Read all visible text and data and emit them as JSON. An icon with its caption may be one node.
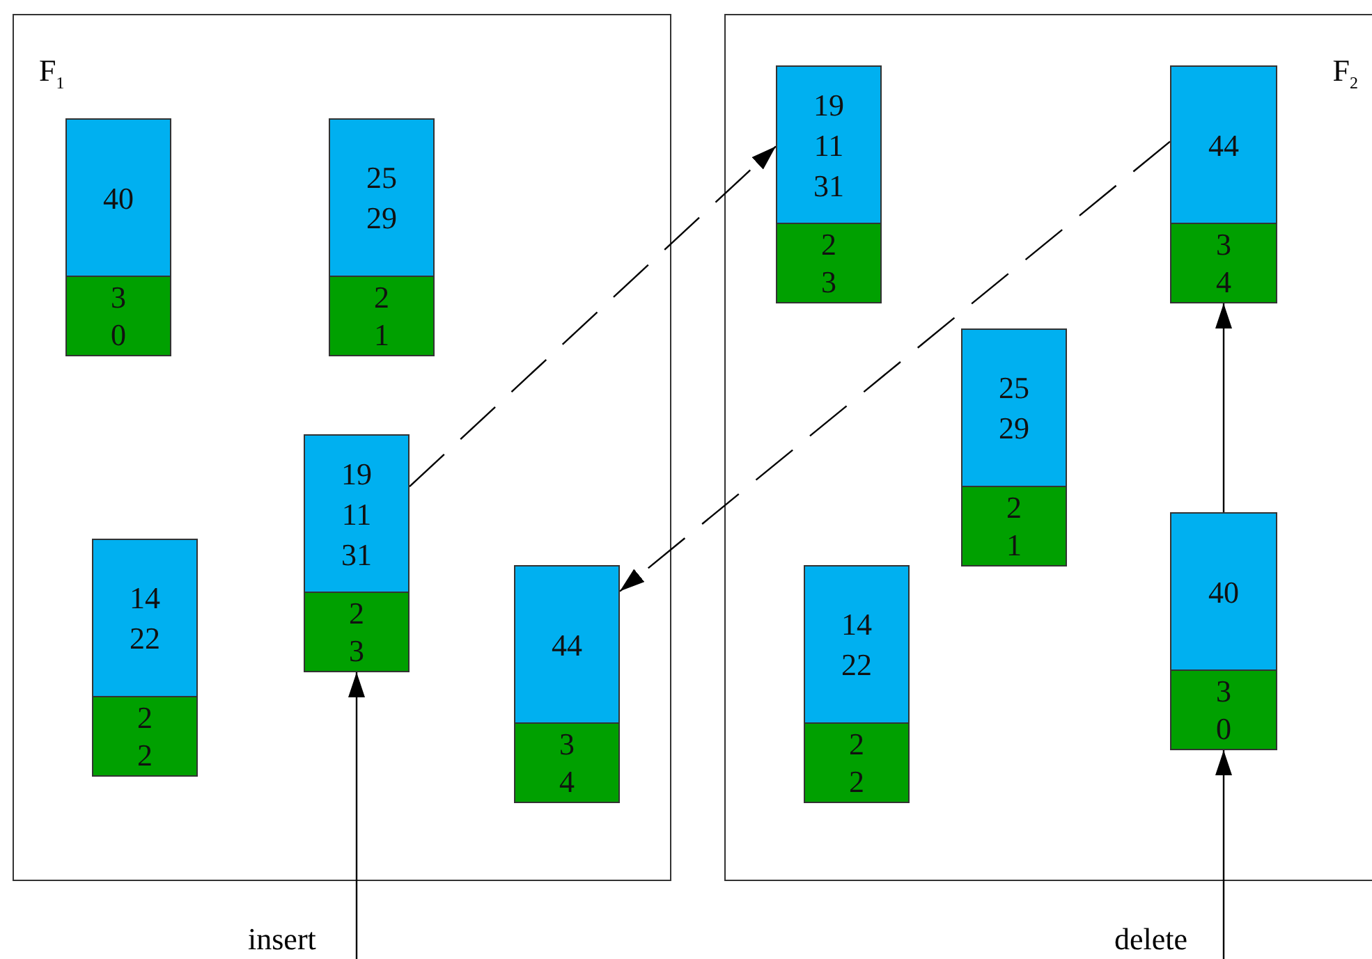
{
  "diagram": {
    "nodes": [
      {
        "text": [
          "F$_{1}$"
        ]
      },
      {
        "text": [
          "40",
          "3 0"
        ],
        "in": 0
      },
      {
        "text": [
          "25 29",
          "2 1"
        ],
        "in": 0
      },
      {
        "text": [
          "19 11 31",
          "2 3"
        ],
        "in": 0
      },
      {
        "text": [
          "14 22",
          "2 2"
        ],
        "in": 0
      },
      {
        "text": [
          "44",
          "3 4"
        ],
        "in": 0
      },
      {
        "text": [
          "F$_{2}$"
        ]
      },
      {
        "text": [
          "19 11 31",
          "2 3"
        ],
        "in": 6
      },
      {
        "text": [
          "44",
          "3 4"
        ],
        "in": 6
      },
      {
        "text": [
          "25 29",
          "2 1"
        ],
        "in": 6
      },
      {
        "text": [
          "14 22",
          "2 2"
        ],
        "in": 6
      },
      {
        "text": [
          "40",
          "3 0"
        ],
        "in": 6
      },
      {
        "text": [
          "insert"
        ]
      },
      {
        "text": [
          "delete"
        ]
      }
    ],
    "edges": [
      {
        "from": 12,
        "to": 3,
        "arrow": "to"
      },
      {
        "from": 3,
        "to": 7,
        "arrow": "to",
        "style": "dashed"
      },
      {
        "from": 8,
        "to": 5,
        "arrow": "to",
        "style": "dashed"
      },
      {
        "from": 13,
        "to": 11,
        "arrow": "to"
      },
      {
        "from": 11,
        "to": 8,
        "arrow": "to"
      }
    ]
  }
}
